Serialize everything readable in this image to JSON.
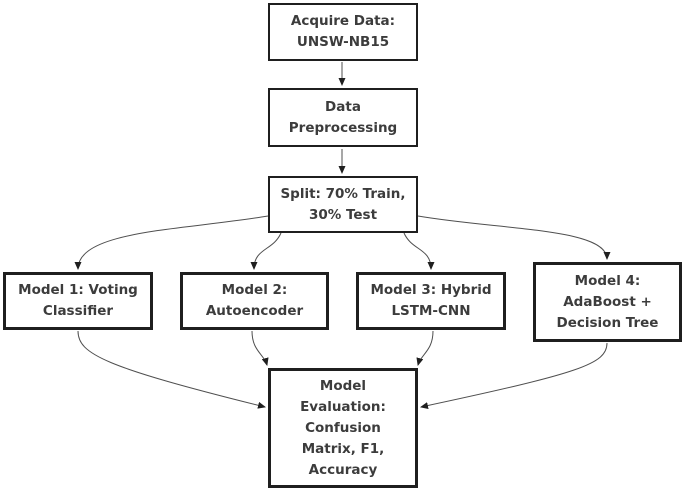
{
  "colors": {
    "background": "#ffffff",
    "box-fill": "#ffffff",
    "box-border": "#1f1f1f",
    "text": "#3c3c3c",
    "arrow": "#4f4f4f"
  },
  "diagram": {
    "type": "flowchart",
    "nodes": {
      "acquire": {
        "label": "Acquire Data:\nUNSW-NB15"
      },
      "preprocess": {
        "label": "Data\nPreprocessing"
      },
      "split": {
        "label": "Split: 70% Train,\n30% Test"
      },
      "model1": {
        "label": "Model 1: Voting\nClassifier"
      },
      "model2": {
        "label": "Model 2:\nAutoencoder"
      },
      "model3": {
        "label": "Model 3: Hybrid\nLSTM-CNN"
      },
      "model4": {
        "label": "Model 4:\nAdaBoost +\nDecision Tree"
      },
      "evaluation": {
        "label": "Model\nEvaluation:\nConfusion\nMatrix, F1,\nAccuracy"
      }
    },
    "edges": [
      {
        "from": "acquire",
        "to": "preprocess"
      },
      {
        "from": "preprocess",
        "to": "split"
      },
      {
        "from": "split",
        "to": "model1"
      },
      {
        "from": "split",
        "to": "model2"
      },
      {
        "from": "split",
        "to": "model3"
      },
      {
        "from": "split",
        "to": "model4"
      },
      {
        "from": "model1",
        "to": "evaluation"
      },
      {
        "from": "model2",
        "to": "evaluation"
      },
      {
        "from": "model3",
        "to": "evaluation"
      },
      {
        "from": "model4",
        "to": "evaluation"
      }
    ]
  }
}
